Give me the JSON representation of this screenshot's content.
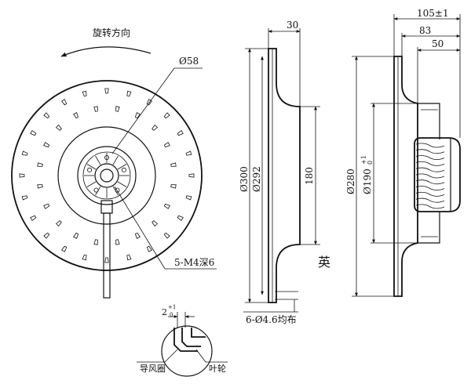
{
  "front_view": {
    "rotation_label": "旋转方向",
    "hub_diameter_label": "Ø58",
    "thread_label": "5-M4深6"
  },
  "side_view": {
    "dims": {
      "width": "30",
      "outer_diameter": "Ø300",
      "inner_diameter": "Ø292",
      "height": "180",
      "holes": "6-Ø4.6均布"
    }
  },
  "motor_view": {
    "dims": {
      "overall_length": "105±1",
      "length_2": "83",
      "length_3": "50",
      "flange_diameter": "Ø280",
      "motor_diameter": "Ø190",
      "motor_tol_upper": "+1",
      "motor_tol_lower": "0"
    }
  },
  "detail_view": {
    "gap_value": "2",
    "gap_tol_upper": "+1",
    "gap_tol_lower": "0",
    "inlet_ring_label": "导风圈",
    "impeller_label": "叶轮"
  },
  "watermark": "英"
}
